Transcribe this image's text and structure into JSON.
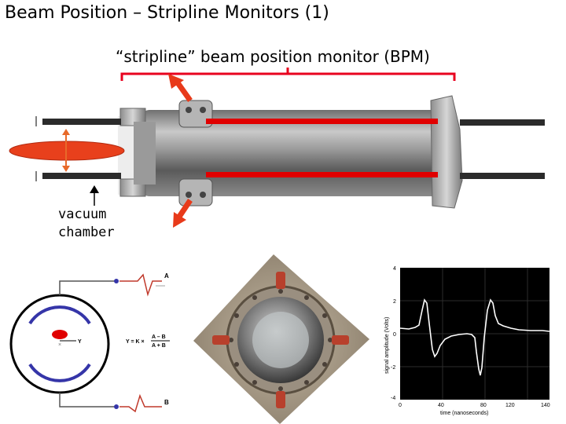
{
  "slide": {
    "title": "Beam Position – Stripline Monitors (1)",
    "subtitle": "“stripline” beam position monitor (BPM)",
    "vacuum_label_line1": "vacuum",
    "vacuum_label_line2": "chamber"
  },
  "schematic": {
    "label_a": "A",
    "label_b": "B",
    "label_y": "Y",
    "formula_left": "Y = K ×",
    "formula_num": "A – B",
    "formula_den": "A + B"
  },
  "signal_plot": {
    "ylabel": "signal amplitude (Volts)",
    "xlabel": "time (nanoseconds)",
    "x_ticks": [
      "0",
      "40",
      "80",
      "120",
      "140"
    ],
    "y_ticks": [
      "4",
      "2",
      "0",
      "-2",
      "-4"
    ]
  },
  "colors": {
    "beam": "#e8401c",
    "stripline": "#e00000",
    "arrow": "#e83a1a",
    "bracket": "#e8001e",
    "ring": "#3535a8",
    "trace": "#ffffff",
    "plot_bg": "#000000"
  }
}
